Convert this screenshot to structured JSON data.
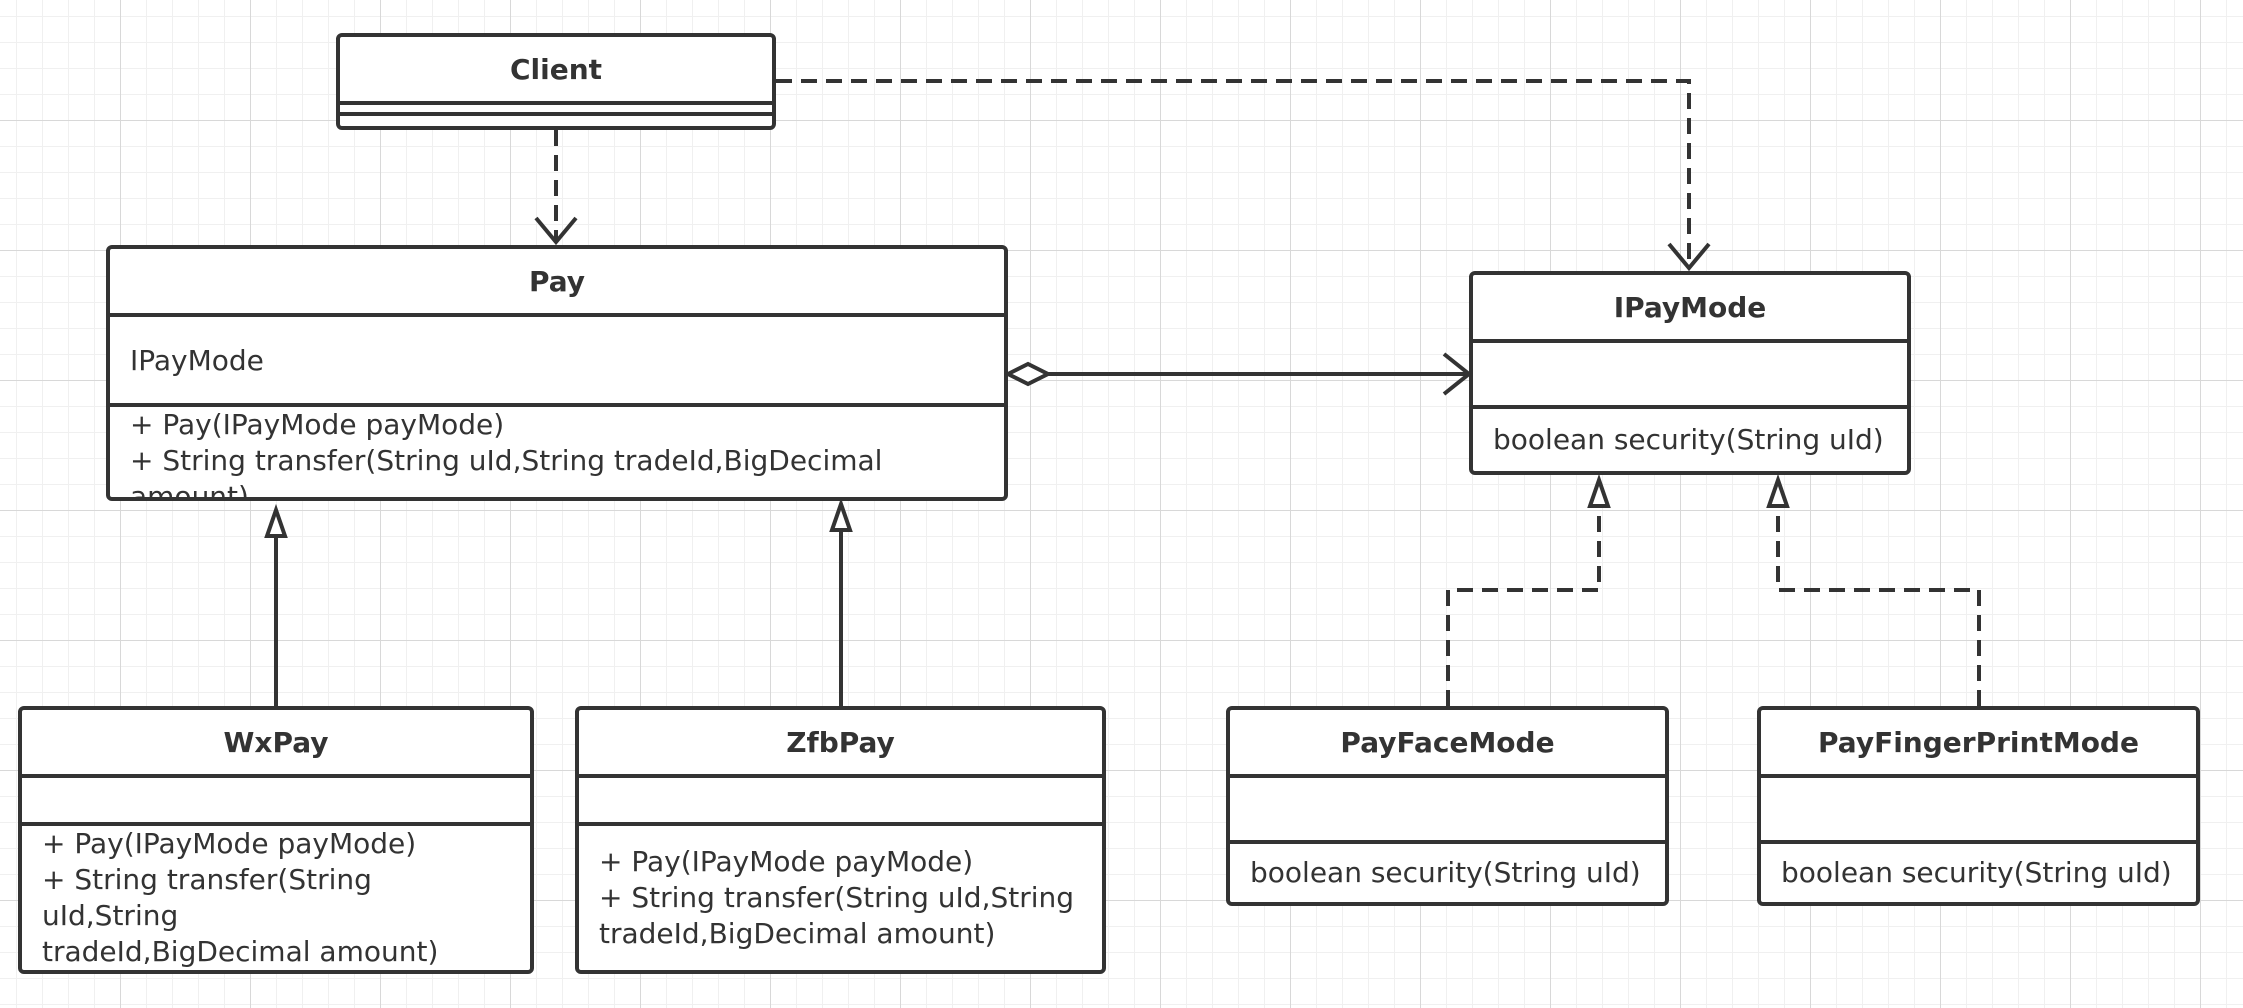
{
  "classes": {
    "client": {
      "name": "Client",
      "attributes": "",
      "operations": []
    },
    "pay": {
      "name": "Pay",
      "attributes": "IPayMode",
      "operations": [
        "+ Pay(IPayMode payMode)",
        "+ String transfer(String uId,String tradeId,BigDecimal amount)"
      ]
    },
    "ipaymode": {
      "name": "IPayMode",
      "attributes": "",
      "operations": [
        "boolean security(String uId)"
      ]
    },
    "wxpay": {
      "name": "WxPay",
      "attributes": "",
      "operations": [
        "+ Pay(IPayMode payMode)",
        "+ String transfer(String uId,String",
        "tradeId,BigDecimal amount)"
      ]
    },
    "zfbpay": {
      "name": "ZfbPay",
      "attributes": "",
      "operations": [
        "+ Pay(IPayMode payMode)",
        "+ String transfer(String uId,String",
        "tradeId,BigDecimal amount)"
      ]
    },
    "payfacemode": {
      "name": "PayFaceMode",
      "attributes": "",
      "operations": [
        "boolean security(String uId)"
      ]
    },
    "payfingerprintmode": {
      "name": "PayFingerPrintMode",
      "attributes": "",
      "operations": [
        "boolean security(String uId)"
      ]
    }
  },
  "relations": [
    {
      "from": "Client",
      "to": "Pay",
      "type": "dependency"
    },
    {
      "from": "Client",
      "to": "IPayMode",
      "type": "dependency"
    },
    {
      "from": "Pay",
      "to": "IPayMode",
      "type": "aggregation"
    },
    {
      "from": "WxPay",
      "to": "Pay",
      "type": "generalization"
    },
    {
      "from": "ZfbPay",
      "to": "Pay",
      "type": "generalization"
    },
    {
      "from": "PayFaceMode",
      "to": "IPayMode",
      "type": "realization"
    },
    {
      "from": "PayFingerPrintMode",
      "to": "IPayMode",
      "type": "realization"
    }
  ],
  "colors": {
    "stroke": "#333333",
    "background": "#ffffff"
  }
}
